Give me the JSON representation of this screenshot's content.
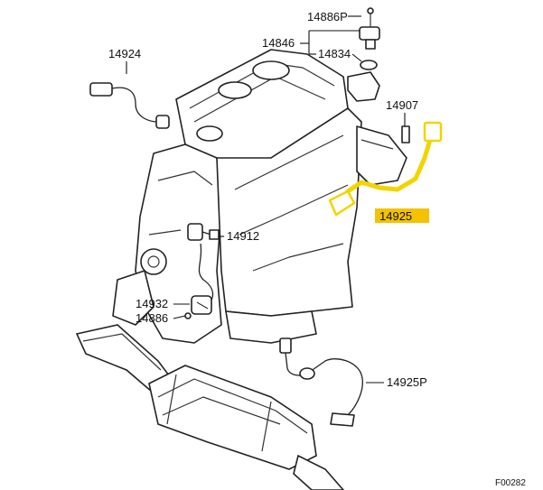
{
  "diagram": {
    "highlight_color": "#f4c200",
    "labels": {
      "p14886P": "14886P",
      "p14846": "14846",
      "p14834": "14834",
      "p14924": "14924",
      "p14907": "14907",
      "p14925": "14925",
      "p14912": "14912",
      "p14932": "14932",
      "p14886": "14886",
      "p14925P": "14925P"
    },
    "figure_code": "F00282",
    "highlighted_part": "14925"
  }
}
